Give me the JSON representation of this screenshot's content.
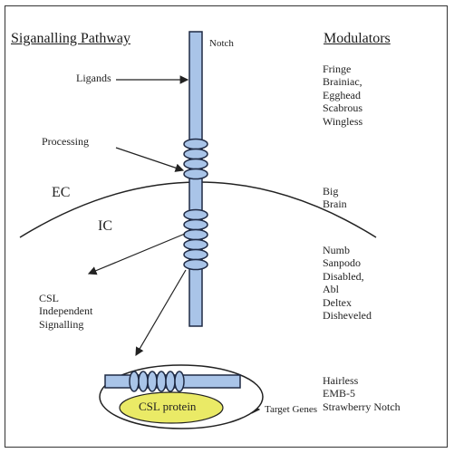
{
  "left_header": "Siganalling Pathway",
  "right_header": "Modulators",
  "notch_label": "Notch",
  "ligands_label": "Ligands",
  "processing_label": "Processing",
  "ec_label": "EC",
  "ic_label": "IC",
  "csl_independent": [
    "CSL",
    "Independent",
    "Signalling"
  ],
  "csl_protein_label": "CSL protein",
  "target_genes_label": "Target Genes",
  "modulator_groups": [
    [
      "Fringe",
      "Brainiac,",
      "Egghead",
      "Scabrous",
      "Wingless"
    ],
    [
      "Big",
      "Brain"
    ],
    [
      "Numb",
      "Sanpodo",
      "Disabled,",
      "Abl",
      "Deltex",
      "Disheveled"
    ],
    [
      "Hairless",
      "EMB-5",
      "Strawberry Notch"
    ]
  ],
  "colors": {
    "receptor_fill": "#a9c4e8",
    "receptor_stroke": "#1f2a44",
    "csl_fill": "#eaea66",
    "line": "#222222"
  }
}
